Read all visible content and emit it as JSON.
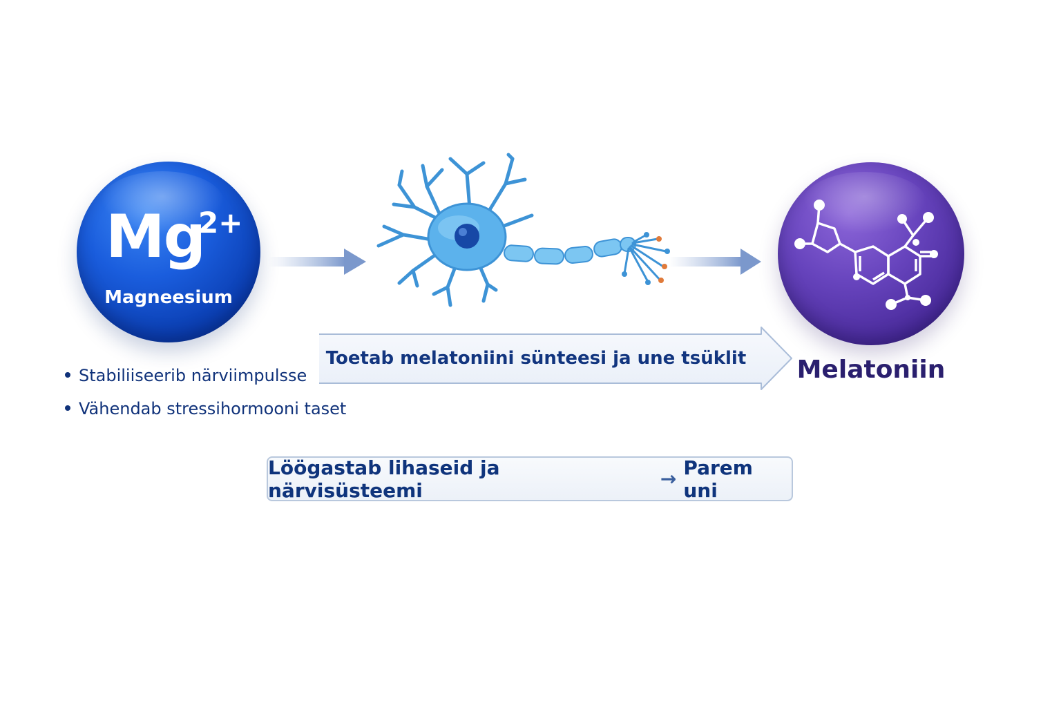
{
  "magnesium": {
    "symbol": "Mg",
    "charge": "2+",
    "name": "Magneesium",
    "color": "#1a5ddd"
  },
  "melatonin": {
    "name": "Melatoniin",
    "color": "#6744bd"
  },
  "bullets": [
    "Stabiliiseerib närviimpulsse",
    "Vähendab stressihormooni taset"
  ],
  "arrow_label": "Toetab melatoniini sünteesi ja une tsüklit",
  "bottom_box": {
    "left": "Löögastab lihaseid ja närvisüsteemi",
    "separator": "→",
    "right": "Parem uni"
  },
  "icons": [
    "neuron-icon",
    "molecule-icon",
    "arrow-icon"
  ]
}
